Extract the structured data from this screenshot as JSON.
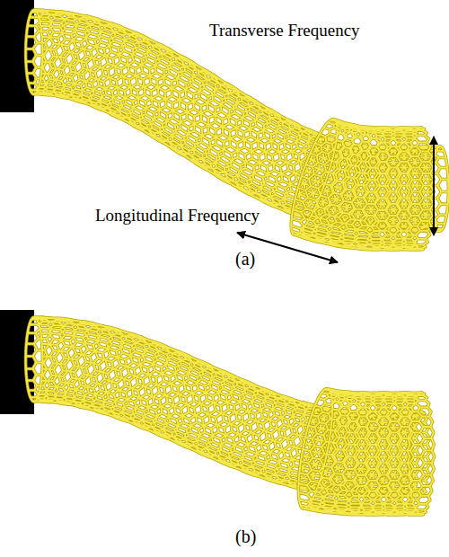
{
  "diagram": {
    "labels": [
      "Transverse Frequency",
      "Longitudinal Frequency",
      "(a)",
      "(b)"
    ]
  }
}
